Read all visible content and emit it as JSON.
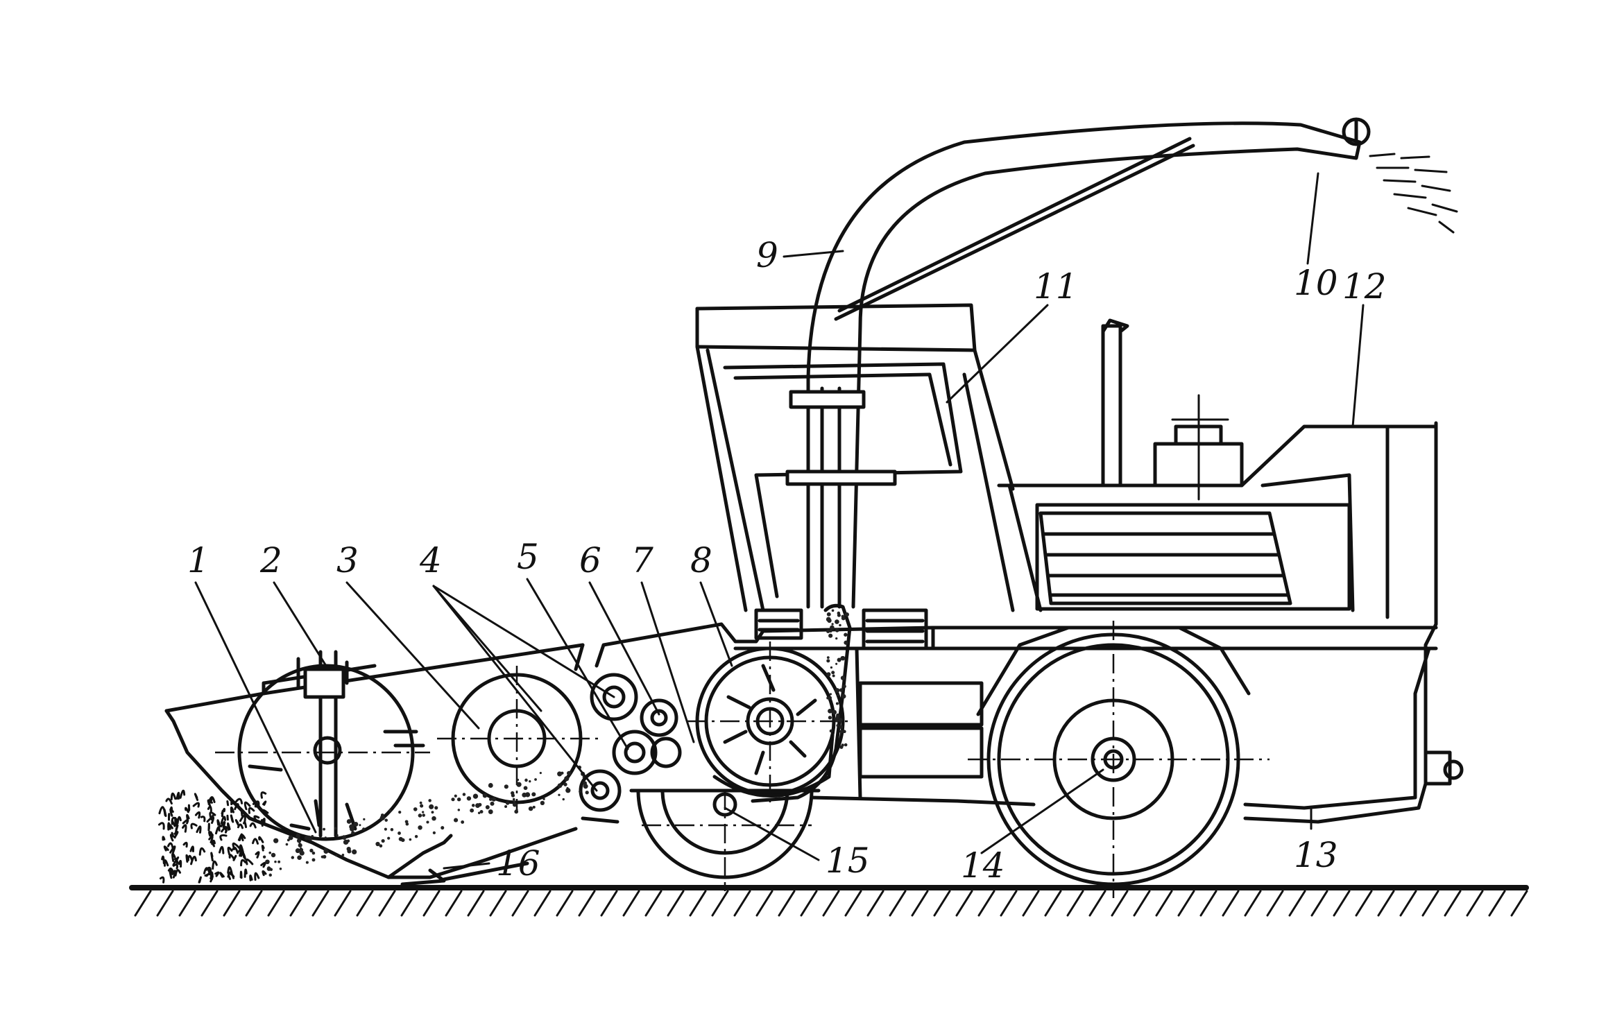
{
  "diagram": {
    "type": "technical-line-drawing",
    "subject": "forage harvester side view",
    "ink_color": "#111111",
    "background": "#ffffff",
    "labels": [
      {
        "id": "1",
        "text": "1"
      },
      {
        "id": "2",
        "text": "2"
      },
      {
        "id": "3",
        "text": "3"
      },
      {
        "id": "4",
        "text": "4"
      },
      {
        "id": "5",
        "text": "5"
      },
      {
        "id": "6",
        "text": "6"
      },
      {
        "id": "7",
        "text": "7"
      },
      {
        "id": "8",
        "text": "8"
      },
      {
        "id": "9",
        "text": "9"
      },
      {
        "id": "10",
        "text": "10"
      },
      {
        "id": "11",
        "text": "11"
      },
      {
        "id": "12",
        "text": "12"
      },
      {
        "id": "13",
        "text": "13"
      },
      {
        "id": "14",
        "text": "14"
      },
      {
        "id": "15",
        "text": "15"
      },
      {
        "id": "16",
        "text": "16"
      }
    ]
  }
}
